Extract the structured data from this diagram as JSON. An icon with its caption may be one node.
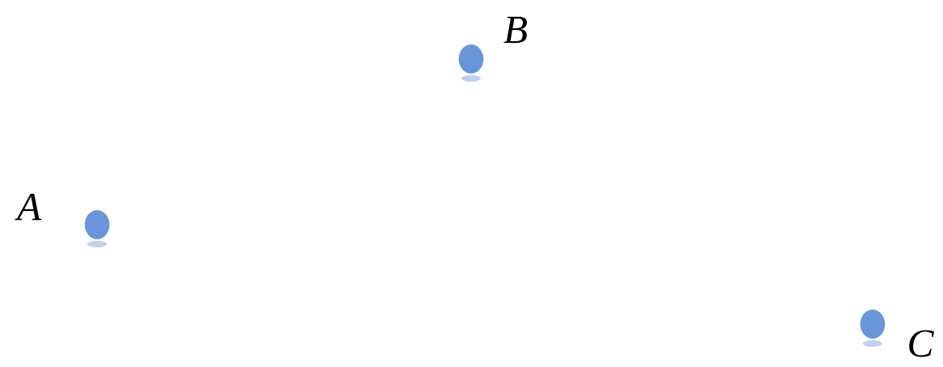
{
  "diagram": {
    "nodes": [
      {
        "text": [],
        "shape": "circle",
        "beside": [
          "A"
        ]
      },
      {
        "text": [],
        "shape": "circle",
        "beside": [
          "B"
        ]
      },
      {
        "text": [],
        "shape": "circle",
        "beside": [
          "C"
        ]
      }
    ]
  }
}
